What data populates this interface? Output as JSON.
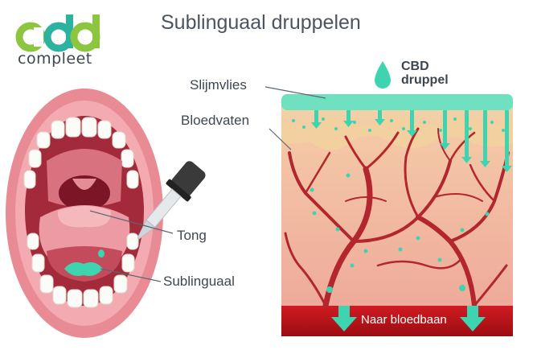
{
  "logo": {
    "icon_name": "cbd-compleet-logo",
    "wordmark": "compleet",
    "brand_color": "#8cc63f",
    "accent_color": "#2bb3a0"
  },
  "title": "Sublinguaal druppelen",
  "labels": {
    "cbd_drop": "CBD\ndruppel",
    "slijmvlies": "Slijmvlies",
    "bloedvaten": "Bloedvaten",
    "tong": "Tong",
    "sublinguaal": "Sublinguaal",
    "bloedbaan": "Naar bloedbaan"
  },
  "colors": {
    "cbd_green": "#3fd4b0",
    "mucosa": "#6fe0c0",
    "tissue": "#f3c8a7",
    "vessel": "#b3262d",
    "bloodstream": "#c0161d",
    "lips": "#e98b95"
  }
}
